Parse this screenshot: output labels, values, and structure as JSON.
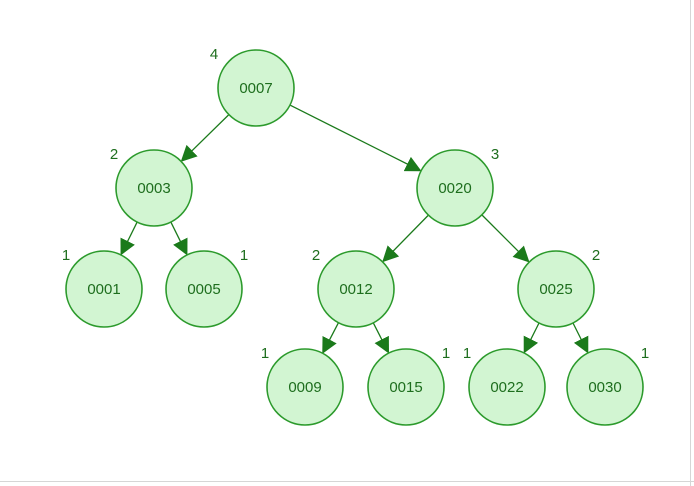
{
  "tree": {
    "nodes": [
      {
        "id": "n7",
        "label": "0007",
        "height": "4"
      },
      {
        "id": "n3",
        "label": "0003",
        "height": "2"
      },
      {
        "id": "n20",
        "label": "0020",
        "height": "3"
      },
      {
        "id": "n1",
        "label": "0001",
        "height": "1"
      },
      {
        "id": "n5",
        "label": "0005",
        "height": "1"
      },
      {
        "id": "n12",
        "label": "0012",
        "height": "2"
      },
      {
        "id": "n25",
        "label": "0025",
        "height": "2"
      },
      {
        "id": "n9",
        "label": "0009",
        "height": "1"
      },
      {
        "id": "n15",
        "label": "0015",
        "height": "1"
      },
      {
        "id": "n22",
        "label": "0022",
        "height": "1"
      },
      {
        "id": "n30",
        "label": "0030",
        "height": "1"
      }
    ],
    "edges": [
      {
        "from": "n7",
        "to": "n3"
      },
      {
        "from": "n7",
        "to": "n20"
      },
      {
        "from": "n3",
        "to": "n1"
      },
      {
        "from": "n3",
        "to": "n5"
      },
      {
        "from": "n20",
        "to": "n12"
      },
      {
        "from": "n20",
        "to": "n25"
      },
      {
        "from": "n12",
        "to": "n9"
      },
      {
        "from": "n12",
        "to": "n15"
      },
      {
        "from": "n25",
        "to": "n22"
      },
      {
        "from": "n25",
        "to": "n30"
      }
    ]
  },
  "colors": {
    "node_fill": "#d2f5d2",
    "node_stroke": "#2c9a2c",
    "edge": "#1b7a1b",
    "text": "#1e6e1e"
  }
}
